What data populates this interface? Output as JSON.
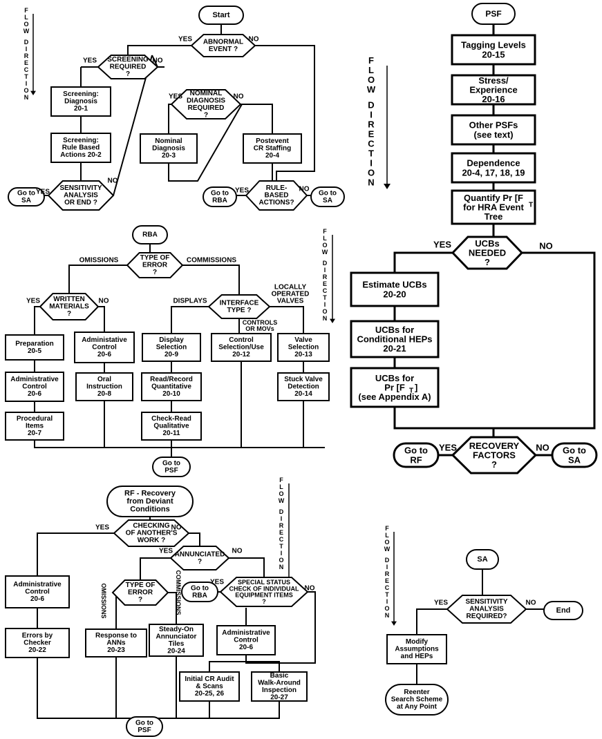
{
  "nodes": {
    "start": {
      "lines": [
        "Start"
      ]
    },
    "abn": {
      "lines": [
        "ABNORMAL",
        "EVENT ?"
      ]
    },
    "scr": {
      "lines": [
        "SCREENING",
        "REQUIRED",
        "?"
      ]
    },
    "sd": {
      "lines": [
        "Screening:",
        "Diagnosis",
        "20-1"
      ]
    },
    "sr": {
      "lines": [
        "Screening:",
        "Rule Based",
        "Actions  20-2"
      ]
    },
    "sens1": {
      "lines": [
        "SENSITIVITY",
        "ANALYSIS",
        "OR END ?"
      ]
    },
    "gosa1": {
      "lines": [
        "Go to",
        "SA"
      ]
    },
    "nomq": {
      "lines": [
        "NOMINAL",
        "DIAGNOSIS",
        "REQUIRED",
        "?"
      ]
    },
    "nomd": {
      "lines": [
        "Nominal",
        "Diagnosis",
        "20-3"
      ]
    },
    "post": {
      "lines": [
        "Postevent",
        "CR Staffing",
        "20-4"
      ]
    },
    "rbaq": {
      "lines": [
        "RULE-",
        "BASED",
        "ACTIONS?"
      ]
    },
    "gorba1": {
      "lines": [
        "Go to",
        "RBA"
      ]
    },
    "gosa2": {
      "lines": [
        "Go to",
        "SA"
      ]
    },
    "rba": {
      "lines": [
        "RBA"
      ]
    },
    "typeerr": {
      "lines": [
        "TYPE OF",
        "ERROR",
        "?"
      ]
    },
    "written": {
      "lines": [
        "WRITTEN",
        "MATERIALS",
        "?"
      ]
    },
    "iface": {
      "lines": [
        "INTERFACE",
        "TYPE ?"
      ]
    },
    "prep": {
      "lines": [
        "Preparation",
        "20-5"
      ]
    },
    "adm205": {
      "lines": [
        "Administative",
        "Control",
        "20-6"
      ]
    },
    "disp": {
      "lines": [
        "Display",
        "Selection",
        "20-9"
      ]
    },
    "ctrl": {
      "lines": [
        "Control",
        "Selection/Use",
        "20-12"
      ]
    },
    "valve": {
      "lines": [
        "Valve",
        "Selection",
        "20-13"
      ]
    },
    "adm206": {
      "lines": [
        "Administrative",
        "Control",
        "20-6"
      ]
    },
    "oral": {
      "lines": [
        "Oral",
        "Instruction",
        "20-8"
      ]
    },
    "read": {
      "lines": [
        "Read/Record",
        "Quantitative",
        "20-10"
      ]
    },
    "stuck": {
      "lines": [
        "Stuck Valve",
        "Detection",
        "20-14"
      ]
    },
    "proc": {
      "lines": [
        "Procedural",
        "Items",
        "20-7"
      ]
    },
    "check": {
      "lines": [
        "Check-Read",
        "Qualitative",
        "20-11"
      ]
    },
    "gopsf1": {
      "lines": [
        "Go to",
        "PSF"
      ]
    },
    "rf": {
      "lines": [
        "RF - Recovery",
        "from Deviant",
        "Conditions"
      ]
    },
    "checking": {
      "lines": [
        "CHECKING",
        "OF ANOTHER'S",
        "WORK ?"
      ]
    },
    "annun": {
      "lines": [
        "ANNUNCIATED",
        "?"
      ]
    },
    "admrf": {
      "lines": [
        "Administrative",
        "Control",
        "20-6"
      ]
    },
    "typeerr2": {
      "lines": [
        "TYPE OF",
        "ERROR",
        "?"
      ]
    },
    "gorba2": {
      "lines": [
        "Go to",
        "RBA"
      ]
    },
    "special": {
      "lines": [
        "SPECIAL STATUS",
        "CHECK OF INDIVIDUAL",
        "EQUIPMENT ITEMS",
        "?"
      ]
    },
    "errchk": {
      "lines": [
        "Errors by",
        "Checker",
        "20-22"
      ]
    },
    "resp": {
      "lines": [
        "Response to",
        "ANNs",
        "20-23"
      ]
    },
    "steady": {
      "lines": [
        "Steady-On",
        "Annunciator",
        "Tiles",
        "20-24"
      ]
    },
    "admrf2": {
      "lines": [
        "Administrative",
        "Control",
        "20-6"
      ]
    },
    "initial": {
      "lines": [
        "Initial CR Audit",
        "& Scans",
        "20-25, 26"
      ]
    },
    "basic": {
      "lines": [
        "Basic",
        "Walk-Around",
        "Inspection",
        "20-27"
      ]
    },
    "gopsf2": {
      "lines": [
        "Go to",
        "PSF"
      ]
    },
    "psf": {
      "lines": [
        "PSF"
      ]
    },
    "tag": {
      "lines": [
        "Tagging Levels",
        "20-15"
      ]
    },
    "stress": {
      "lines": [
        "Stress/",
        "Experience",
        "20-16"
      ]
    },
    "other": {
      "lines": [
        "Other PSFs",
        "(see text)"
      ]
    },
    "dep": {
      "lines": [
        "Dependence",
        "20-4, 17, 18, 19"
      ]
    },
    "quant": {
      "lines": [
        "Quantify Pr [F",
        "for HRA Event",
        "Tree"
      ]
    },
    "ucbq": {
      "lines": [
        "UCBs",
        "NEEDED",
        "?"
      ]
    },
    "est": {
      "lines": [
        "Estimate UCBs",
        "20-20"
      ]
    },
    "ucbc": {
      "lines": [
        "UCBs for",
        "Conditional HEPs",
        "20-21"
      ]
    },
    "ucbp": {
      "lines": [
        "UCBs for",
        "Pr [F",
        "(see Appendix A)"
      ]
    },
    "recov": {
      "lines": [
        "RECOVERY",
        "FACTORS",
        "?"
      ]
    },
    "gorf": {
      "lines": [
        "Go to",
        "RF"
      ]
    },
    "gosa3": {
      "lines": [
        "Go to",
        "SA"
      ]
    },
    "sa": {
      "lines": [
        "SA"
      ]
    },
    "sensq": {
      "lines": [
        "SENSITIVITY",
        "ANALYSIS",
        "REQUIRED?"
      ]
    },
    "end": {
      "lines": [
        "End"
      ]
    },
    "modify": {
      "lines": [
        "Modify",
        "Assumptions",
        "and HEPs"
      ]
    },
    "reenter": {
      "lines": [
        "Reenter",
        "Search Scheme",
        "at Any Point"
      ]
    }
  },
  "subscripts": {
    "quant": "T",
    "ucbp": "T",
    "ucbp_close": "]"
  },
  "labels": [
    {
      "id": "l_abn_yes",
      "text": "YES"
    },
    {
      "id": "l_abn_no",
      "text": "NO"
    },
    {
      "id": "l_scr_yes",
      "text": "YES"
    },
    {
      "id": "l_scr_no",
      "text": "NO"
    },
    {
      "id": "l_sens_yes",
      "text": "YES"
    },
    {
      "id": "l_sens_no",
      "text": "NO"
    },
    {
      "id": "l_nom_yes",
      "text": "YES"
    },
    {
      "id": "l_nom_no",
      "text": "NO"
    },
    {
      "id": "l_rbaq_yes",
      "text": "YES"
    },
    {
      "id": "l_rbaq_no",
      "text": "NO"
    },
    {
      "id": "l_omis",
      "text": "OMISSIONS"
    },
    {
      "id": "l_comm",
      "text": "COMMISSIONS"
    },
    {
      "id": "l_wr_yes",
      "text": "YES"
    },
    {
      "id": "l_wr_no",
      "text": "NO"
    },
    {
      "id": "l_displays",
      "text": "DISPLAYS"
    },
    {
      "id": "l_local1",
      "text": "LOCALLY"
    },
    {
      "id": "l_local2",
      "text": "OPERATED"
    },
    {
      "id": "l_local3",
      "text": "VALVES"
    },
    {
      "id": "l_ctrls1",
      "text": "CONTROLS"
    },
    {
      "id": "l_ctrls2",
      "text": "OR MOVs"
    },
    {
      "id": "l_chk_yes",
      "text": "YES"
    },
    {
      "id": "l_chk_no",
      "text": "NO"
    },
    {
      "id": "l_ann_yes",
      "text": "YES"
    },
    {
      "id": "l_ann_no",
      "text": "NO"
    },
    {
      "id": "l_sp_yes",
      "text": "YES"
    },
    {
      "id": "l_sp_no",
      "text": "NO"
    },
    {
      "id": "l_omis2",
      "text": "OMISSIONS"
    },
    {
      "id": "l_comm2",
      "text": "COMMISSIONS"
    },
    {
      "id": "l_ucb_yes",
      "text": "YES"
    },
    {
      "id": "l_ucb_no",
      "text": "NO"
    },
    {
      "id": "l_rec_yes",
      "text": "YES"
    },
    {
      "id": "l_rec_no",
      "text": "NO"
    },
    {
      "id": "l_sa_yes",
      "text": "YES"
    },
    {
      "id": "l_sa_no",
      "text": "NO"
    }
  ],
  "flow_direction_label": "FLOW DIRECTION"
}
